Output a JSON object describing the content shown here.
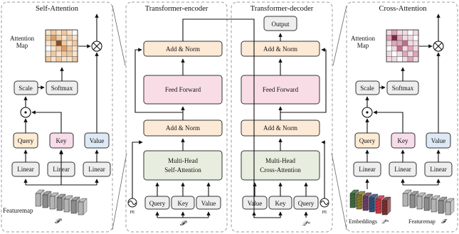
{
  "panels": {
    "self_attention": {
      "title": "Self-Attention",
      "attention_map_label_line1": "Attention",
      "attention_map_label_line2": "Map",
      "scale": "Scale",
      "softmax": "Softmax",
      "query": "Query",
      "key": "Key",
      "value": "Value",
      "linear": "Linear",
      "featuremap": "Featuremap",
      "featuremap_symbol": "𝓕⁰"
    },
    "encoder": {
      "title": "Transformer-encoder",
      "add_norm": "Add & Norm",
      "feed_forward": "Feed Forward",
      "attention_line1": "Multi-Head",
      "attention_line2": "Self-Attention",
      "query": "Query",
      "key": "Key",
      "value": "Value",
      "pe": "PE",
      "input_symbol": "𝓕⁰"
    },
    "decoder": {
      "title": "Transformer-decoder",
      "output": "Output",
      "add_norm": "Add & Norm",
      "feed_forward": "Feed Forward",
      "attention_line1": "Multi-Head",
      "attention_line2": "Cross-Attention",
      "value": "Value",
      "key": "Key",
      "query": "Query",
      "pe": "PE",
      "input_symbol": "𝒬ⁱⁿ"
    },
    "cross_attention": {
      "title": "Cross-Attention",
      "attention_map_label_line1": "Attention",
      "attention_map_label_line2": "Map",
      "scale": "Scale",
      "softmax": "Softmax",
      "query": "Query",
      "key": "Key",
      "value": "Value",
      "linear": "Linear",
      "embeddings": "Embeddings",
      "embeddings_symbol": "𝒬ⁱⁿ",
      "featuremap": "Featuremap",
      "featuremap_symbol": "𝓕ⁱ"
    }
  },
  "colors": {
    "query": "#fdebd3",
    "key": "#f7dcea",
    "value": "#dde9f6",
    "neutral": "#eeeeee",
    "add_norm": "#fce9d6",
    "feed_forward": "#f8dde6",
    "attention_block": "#e8eedf",
    "panel_border": "#9a9a9a",
    "self_map": [
      "#ffffff",
      "#f7e4cf",
      "#f0c9a0",
      "#d8a06c",
      "#8a4e22"
    ],
    "cross_map": [
      "#ffffff",
      "#f2dbe2",
      "#dca7b8",
      "#bf6f89",
      "#7a2a45"
    ],
    "embedding_colors": [
      "#3f6a3f",
      "#8a7a2a",
      "#6a3f6a",
      "#2f4f7a",
      "#cc3344",
      "#7a2f2f"
    ]
  },
  "icons": {
    "multiply": "circled-times-icon",
    "dot_product": "circled-dot-icon",
    "positional_encoding": "sine-wave-icon"
  }
}
